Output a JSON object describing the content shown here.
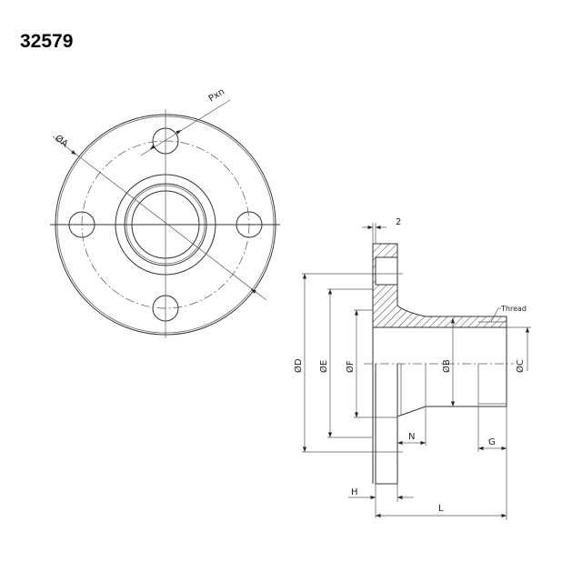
{
  "drawing": {
    "part_number": "32579",
    "front_view": {
      "labels": {
        "diameter_a": "ØA",
        "pitch": "Pxn"
      }
    },
    "side_view": {
      "labels": {
        "two": "2",
        "diameter_d": "ØD",
        "diameter_e": "ØE",
        "diameter_f": "ØF",
        "diameter_b": "ØB",
        "diameter_c": "ØC",
        "thread": "Thread",
        "n": "N",
        "g": "G",
        "h": "H",
        "l": "L"
      }
    }
  }
}
